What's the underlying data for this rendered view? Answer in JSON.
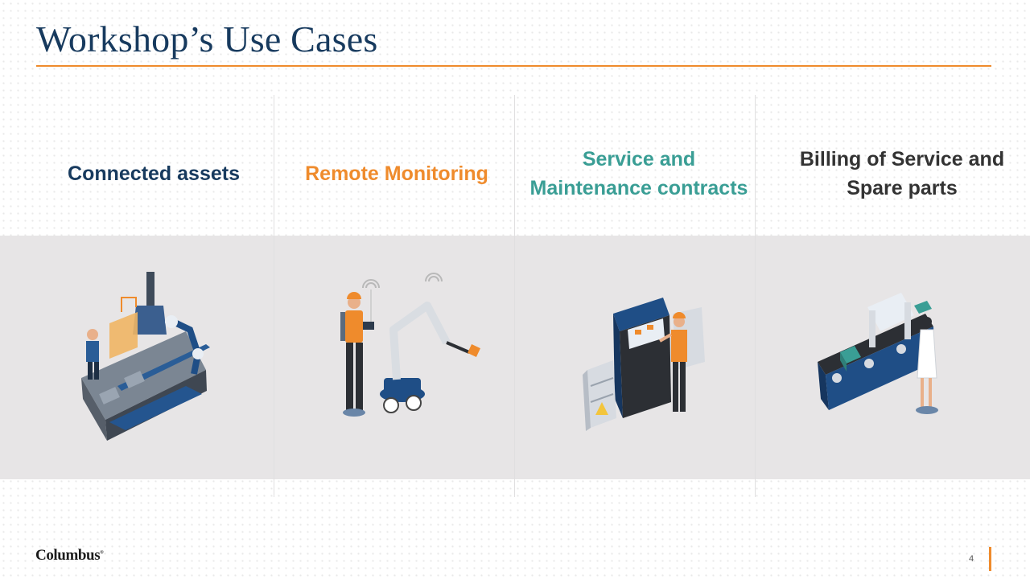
{
  "colors": {
    "accent": "#ef8b2c",
    "navy": "#173a5e",
    "teal": "#3a9e95",
    "dark": "#333333",
    "band": "#e7e5e6"
  },
  "slide": {
    "title": "Workshop’s Use Cases",
    "page_number": "4",
    "logo_text": "Columbus"
  },
  "use_cases": [
    {
      "lines": [
        "Connected assets"
      ],
      "color": "#173a5e",
      "illustration": "connected-assets-illustration"
    },
    {
      "lines": [
        "Remote Monitoring"
      ],
      "color": "#ef8b2c",
      "illustration": "remote-monitoring-illustration"
    },
    {
      "lines": [
        "Service and",
        "Maintenance contracts"
      ],
      "color": "#3a9e95",
      "illustration": "service-maintenance-illustration"
    },
    {
      "lines": [
        "Billing of Service and",
        "Spare parts"
      ],
      "color": "#333333",
      "illustration": "billing-illustration"
    }
  ]
}
